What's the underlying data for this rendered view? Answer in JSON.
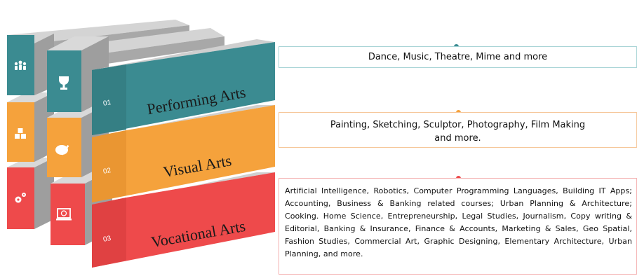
{
  "colors": {
    "teal": "#3b8b91",
    "orange": "#f5a23c",
    "red": "#ee4a4b",
    "gray": "#bdbdbd"
  },
  "tiers": [
    {
      "title": "Performing Arts",
      "number": "01",
      "icons": [
        "people-icon",
        "trophy-icon"
      ],
      "description": "Dance, Music, Theatre, Mime and more"
    },
    {
      "title": "Visual Arts",
      "number": "02",
      "icons": [
        "blocks-icon",
        "palette-brush-icon"
      ],
      "description_lines": [
        "Painting, Sketching, Sculptor, Photography, Film Making",
        "and more."
      ]
    },
    {
      "title": "Vocational Arts",
      "number": "03",
      "icons": [
        "gears-icon",
        "laptop-globe-icon"
      ],
      "description": "Artificial Intelligence, Robotics, Computer Programming Languages, Building IT Apps; Accounting, Business & Banking related courses; Urban Planning & Architecture; Cooking. Home Science, Entrepreneurship, Legal Studies, Journalism, Copy writing & Editorial, Banking & Insurance, Finance & Accounts, Marketing & Sales, Geo Spatial, Fashion Studies, Commercial Art, Graphic Designing, Elementary Architecture, Urban Planning, and more."
    }
  ]
}
